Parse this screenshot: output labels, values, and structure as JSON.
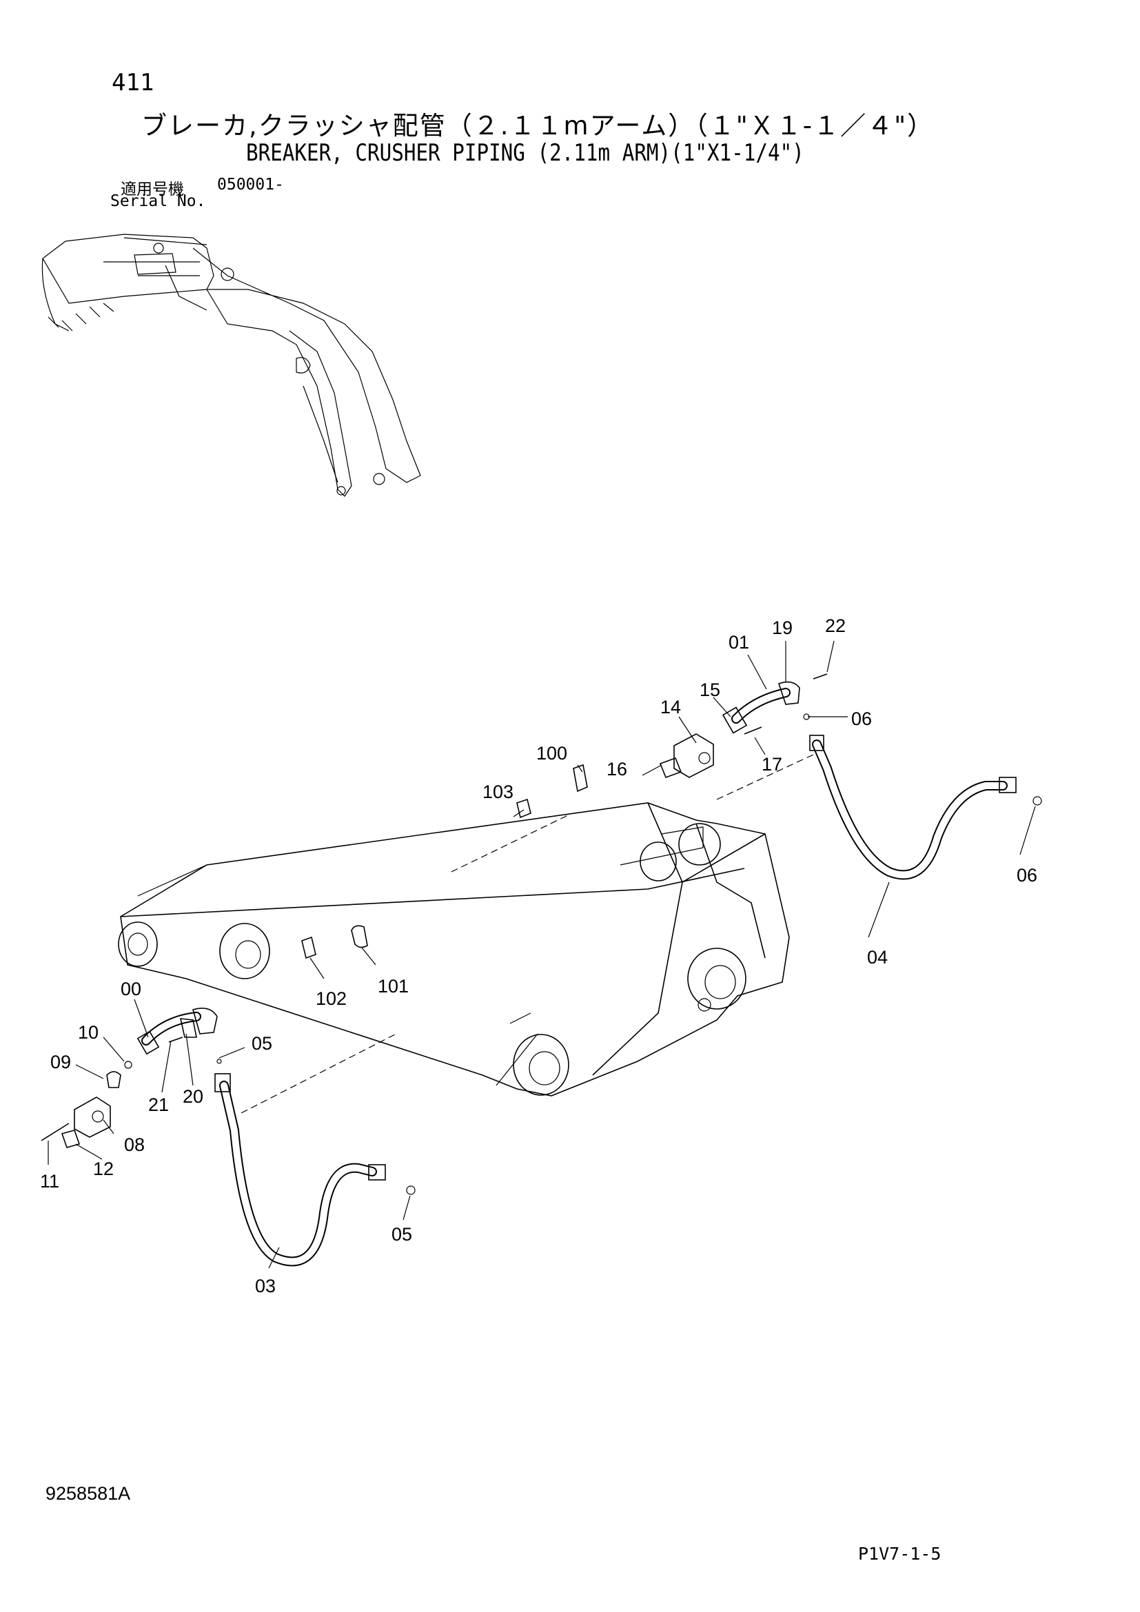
{
  "header": {
    "page_number": "411",
    "title_jp": "ブレーカ,クラッシャ配管（２.１１mアーム）（１\"Ｘ１-１／４\"）",
    "title_en": "BREAKER, CRUSHER PIPING (2.11m ARM)(1\"X1-1/4\")",
    "serial_label_jp": "適用号機",
    "serial_value": "050001-",
    "serial_label_en": "Serial No."
  },
  "callouts": {
    "c01": "01",
    "c19": "19",
    "c22": "22",
    "c15": "15",
    "c14": "14",
    "c06a": "06",
    "c17": "17",
    "c100": "100",
    "c16": "16",
    "c103": "103",
    "c06b": "06",
    "c04": "04",
    "c102": "102",
    "c101": "101",
    "c00": "00",
    "c10": "10",
    "c05a": "05",
    "c09": "09",
    "c21": "21",
    "c20": "20",
    "c08": "08",
    "c11": "11",
    "c12": "12",
    "c05b": "05",
    "c03": "03"
  },
  "footer": {
    "doc_number": "9258581A",
    "page_code": "P1V7-1-5"
  }
}
